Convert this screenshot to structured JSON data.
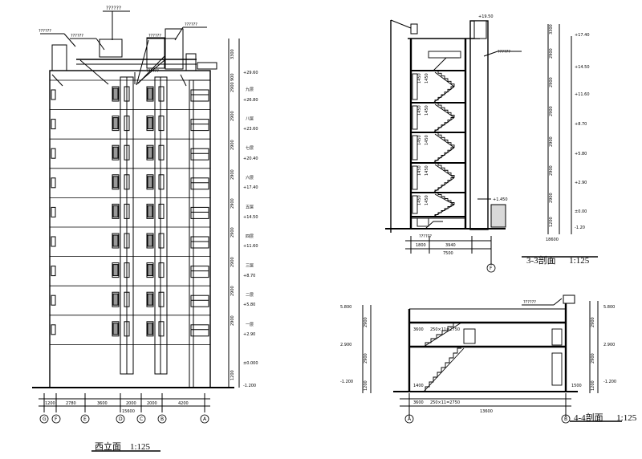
{
  "drawing": {
    "views": {
      "west_elevation": {
        "title": "西立面",
        "scale": "1:125",
        "callouts": [
          "??????",
          "??????",
          "??????",
          "??????",
          "??????",
          "??????"
        ],
        "dims_bottom": [
          "1200",
          "2780",
          "3600",
          "2000",
          "2000",
          "4200"
        ],
        "total_width": "15600",
        "axes": [
          "G",
          "F",
          "E",
          "D",
          "C",
          "B",
          "A"
        ],
        "levels": [
          "+29.60",
          "+26.80",
          "+23.60",
          "+20.40",
          "+17.40",
          "+14.50",
          "+11.60",
          "+8.70",
          "+5.80",
          "+2.90",
          "±0.000",
          "-1.200"
        ],
        "floor_dims": [
          "3300",
          "900",
          "2900",
          "2900",
          "2900",
          "2900",
          "2900",
          "2900",
          "2900",
          "2900",
          "2900",
          "1200"
        ],
        "floor_labels": [
          "九层",
          "八层",
          "七层",
          "六层",
          "五层",
          "四层",
          "三层",
          "二层",
          "一层"
        ]
      },
      "section_3_3": {
        "title": "3-3剖面",
        "scale": "1:125",
        "callouts": [
          "??????",
          "??????"
        ],
        "flight_labels": [
          "1450",
          "1450",
          "1450",
          "1450",
          "1450",
          "1450",
          "1450",
          "1450",
          "1450",
          "1450",
          "1450",
          "1450"
        ],
        "dims_bottom": [
          "1800",
          "3940"
        ],
        "total_width": "7500",
        "axes": [
          "F"
        ],
        "levels": [
          "+17.40",
          "+14.50",
          "+11.60",
          "+8.70",
          "+5.80",
          "+2.90",
          "±0.00",
          "-1.20"
        ],
        "right_dims": [
          "3300",
          "2900",
          "2900",
          "2900",
          "2900",
          "2900",
          "2900",
          "1200"
        ],
        "right_total": "18600",
        "top_mark": "+19.50",
        "interior_mark": "+1.450"
      },
      "section_4_4": {
        "title": "4-4剖面",
        "scale": "1:125",
        "callouts": [
          "??????"
        ],
        "levels_left": [
          "5.800",
          "2.900",
          "-1.200"
        ],
        "levels_right": [
          "5.800",
          "2.900",
          "-1.200"
        ],
        "left_dims": [
          "2900",
          "2900",
          "1200"
        ],
        "stair_dims": [
          "3600",
          "250×11=2750",
          "3600",
          "250×11=2750"
        ],
        "total_width": "13600",
        "axes": [
          "A",
          "B"
        ],
        "side_marks": [
          "1400",
          "1500"
        ]
      }
    }
  }
}
